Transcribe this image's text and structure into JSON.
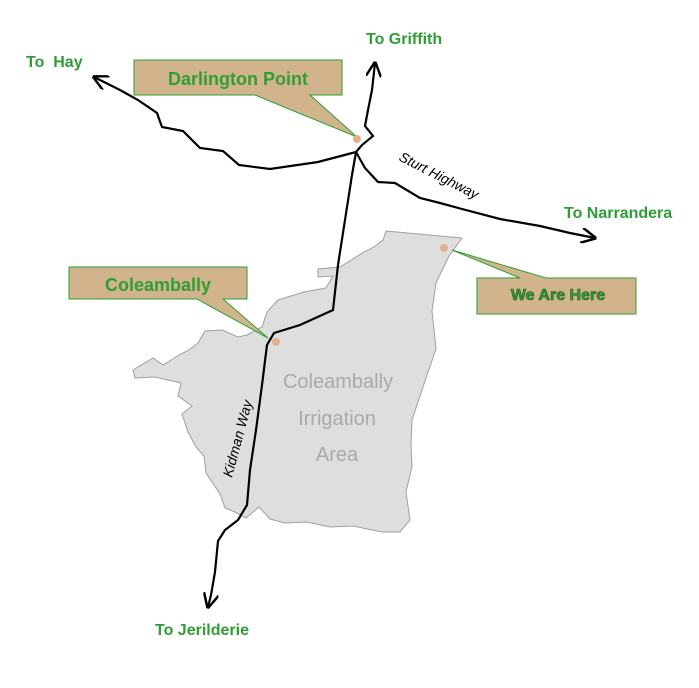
{
  "destinations": {
    "hay": "To  Hay",
    "griffith": "To Griffith",
    "narrandera": "To Narrandera",
    "jerilderie": "To Jerilderie"
  },
  "roads": {
    "sturt_highway": "Sturt Highway",
    "kidman_way": "Kidman Way"
  },
  "area": {
    "line1": "Coleambally",
    "line2": "Irrigation",
    "line3": "Area"
  },
  "callouts": {
    "darlington_point": "Darlington Point",
    "coleambally": "Coleambally",
    "we_are_here": "We Are Here"
  },
  "colors": {
    "destination_text": "#2e9e35",
    "callout_fill": "#d2b48c",
    "callout_border": "#2e9e35",
    "area_fill": "#dedede",
    "area_text": "#a9a9a9",
    "road": "#000000",
    "town_dot": "#e0b090"
  }
}
